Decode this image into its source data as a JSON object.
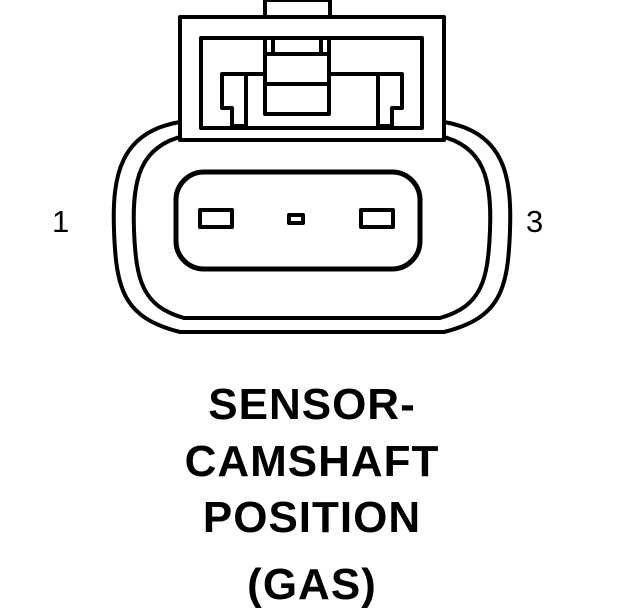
{
  "diagram": {
    "pins": [
      {
        "label": "1"
      },
      {
        "label": "3"
      }
    ],
    "caption": {
      "lines": [
        "SENSOR-",
        "CAMSHAFT",
        "POSITION",
        "(GAS)"
      ]
    }
  },
  "colors": {
    "stroke": "#000000",
    "background": "#ffffff"
  }
}
